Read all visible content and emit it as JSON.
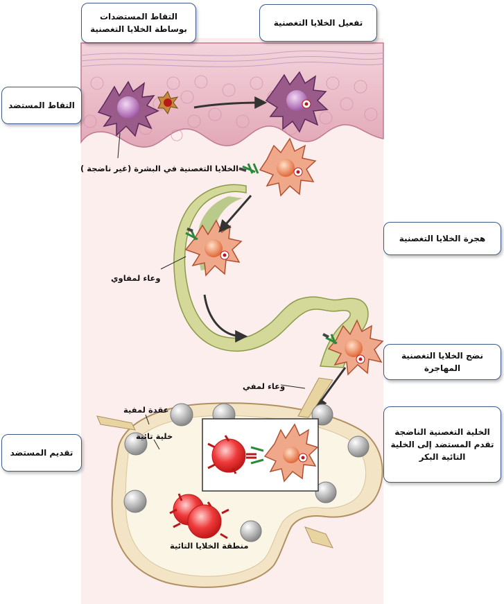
{
  "steps": {
    "antigen_capture_by_dc": "التقاط المستضدات بوساطة الخلايا التغصنية",
    "dc_activation": "تفعيل الخلايا التغصنية",
    "antigen_capture": "التقاط المستضد",
    "dc_migration": "هجرة الخلايا التغصنية",
    "migrating_dc_maturation": "نضج الخلايا التغصنية المهاجرة",
    "antigen_presentation": "تقديم المستضد",
    "mature_dc_presents": "الخلية التغصنية الناضجة تقدم المستضد إلى الخلية التائية البكر"
  },
  "labels": {
    "epidermal_dc": "الخلايا التغصنية في البشرة (غير ناضجة )",
    "lymphatic_vessel": "وعاء لمفاوي",
    "lymph_vessel": "وعاء لمفي",
    "lymph_node": "عقدة لمفية",
    "t_cell": "خلية تائية",
    "t_cell_zone": "منطقة الخلايا التائية"
  },
  "colors": {
    "box_border": "#3a5a8a",
    "panel_bg": "#fdeeee",
    "skin": "#e8b8c4",
    "dc_immature": "#9a5a8a",
    "dc_mature": "#f0a88a",
    "vessel": "#d4d898",
    "node": "#f2e4c4",
    "t_cell": "#e02828"
  }
}
